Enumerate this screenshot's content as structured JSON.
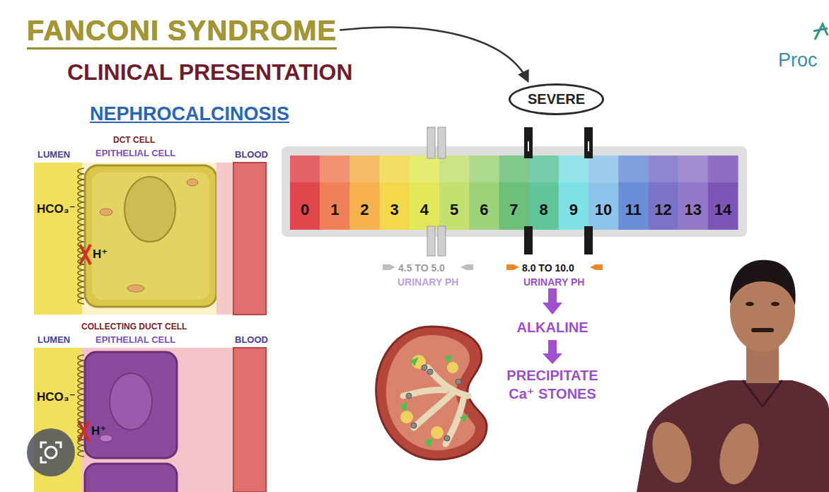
{
  "diagram": {
    "title": "FANCONI SYNDROME",
    "nodes": [
      {
        "text": [
          "SEVERE"
        ]
      },
      {
        "text": [
          "DCT CELL",
          "EPITHELIAL CELL"
        ]
      },
      {
        "text": [
          "COLLECTING DUCT CELL",
          "EPITHELIAL CELL"
        ]
      }
    ],
    "labels": [
      "CLINICAL PRESENTATION",
      "NEPHROCALCINOSIS",
      "LUMEN",
      "BLOOD",
      "HCO₃⁻",
      "H⁺",
      "LUMEN",
      "BLOOD",
      "HCO₃⁻",
      "H⁺",
      "0",
      "1",
      "2",
      "3",
      "4",
      "5",
      "6",
      "7",
      "8",
      "9",
      "10",
      "11",
      "12",
      "13",
      "14",
      "4.5 TO 5.0",
      "URINARY PH",
      "8.0 TO 10.0",
      "URINARY PH",
      "ALKALINE",
      "PRECIPITATE Ca⁺ STONES",
      "Proc"
    ]
  }
}
